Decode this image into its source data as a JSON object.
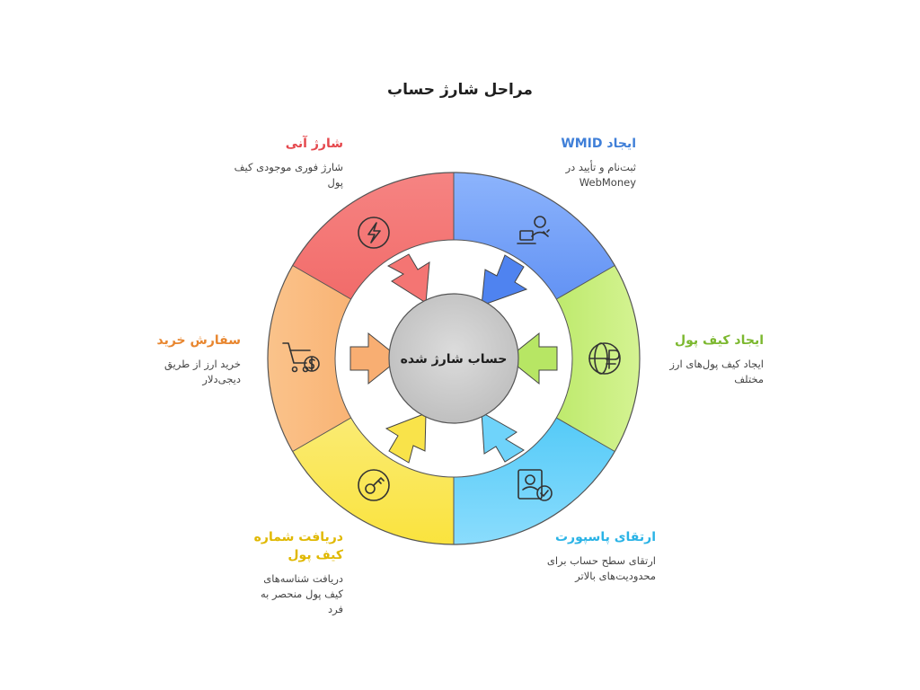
{
  "title": "مراحل شارژ حساب",
  "center": {
    "label": "حساب شارژ شده"
  },
  "colors": {
    "instant": "#f0605e",
    "wmid": "#5a8ff5",
    "wallet": "#a8e04c",
    "passport": "#45c8f5",
    "number": "#f8d92c",
    "order": "#f6a05a",
    "center": "#c8c8c8"
  },
  "segments": [
    {
      "key": "wmid",
      "title": "ایجاد WMID",
      "desc": "ثبت‌نام و تأیید در WebMoney",
      "title_color": "#3f7fd8",
      "icon": "user-laptop-icon"
    },
    {
      "key": "wallet",
      "title": "ایجاد کیف پول",
      "desc": "ایجاد کیف پول‌های ارز مختلف",
      "title_color": "#7cb82f",
      "icon": "globe-currency-icon"
    },
    {
      "key": "passport",
      "title": "ارتقای پاسپورت",
      "desc": "ارتقای سطح حساب برای محدودیت‌های بالاتر",
      "title_color": "#2ab3e6",
      "icon": "id-card-check-icon"
    },
    {
      "key": "number",
      "title": "دریافت شماره کیف پول",
      "desc": "دریافت شناسه‌های کیف پول منحصر به فرد",
      "title_color": "#e0b800",
      "icon": "key-coin-icon"
    },
    {
      "key": "order",
      "title": "سفارش خرید",
      "desc": "خرید ارز از طریق دیجی‌دلار",
      "title_color": "#e8862f",
      "icon": "cart-dollar-icon"
    },
    {
      "key": "instant",
      "title": "شارژ آنی",
      "desc": "شارژ فوری موجودی کیف پول",
      "title_color": "#e5484d",
      "icon": "lightning-icon"
    }
  ]
}
